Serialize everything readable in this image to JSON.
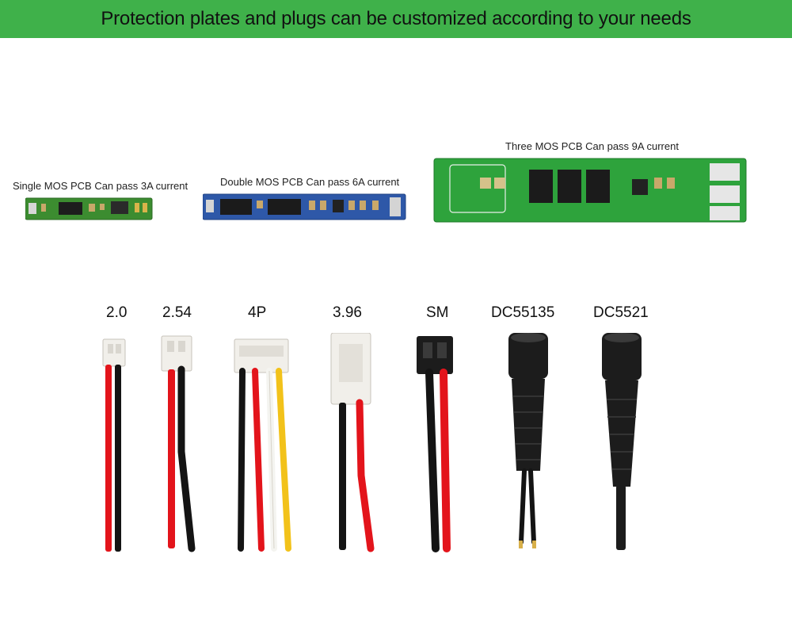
{
  "banner": {
    "text": "Protection plates and plugs can be customized according to your needs",
    "color": "#3fb14a"
  },
  "boards": [
    {
      "label": "Single MOS PCB Can pass 3A current",
      "color": "#3c8c30"
    },
    {
      "label": "Double MOS PCB Can pass 6A current",
      "color": "#2e58a8"
    },
    {
      "label": "Three MOS PCB Can pass 9A current",
      "color": "#2ea33c"
    }
  ],
  "connectors": [
    {
      "label": "2.0"
    },
    {
      "label": "2.54"
    },
    {
      "label": "4P"
    },
    {
      "label": "3.96"
    },
    {
      "label": "SM"
    },
    {
      "label": "DC55135"
    },
    {
      "label": "DC5521"
    }
  ],
  "colors": {
    "wire_red": "#e3141b",
    "wire_black": "#141414",
    "wire_white": "#f4f4f0",
    "wire_yellow": "#f2c21a",
    "housing_white": "#f1efea",
    "housing_black": "#1c1c1c"
  }
}
